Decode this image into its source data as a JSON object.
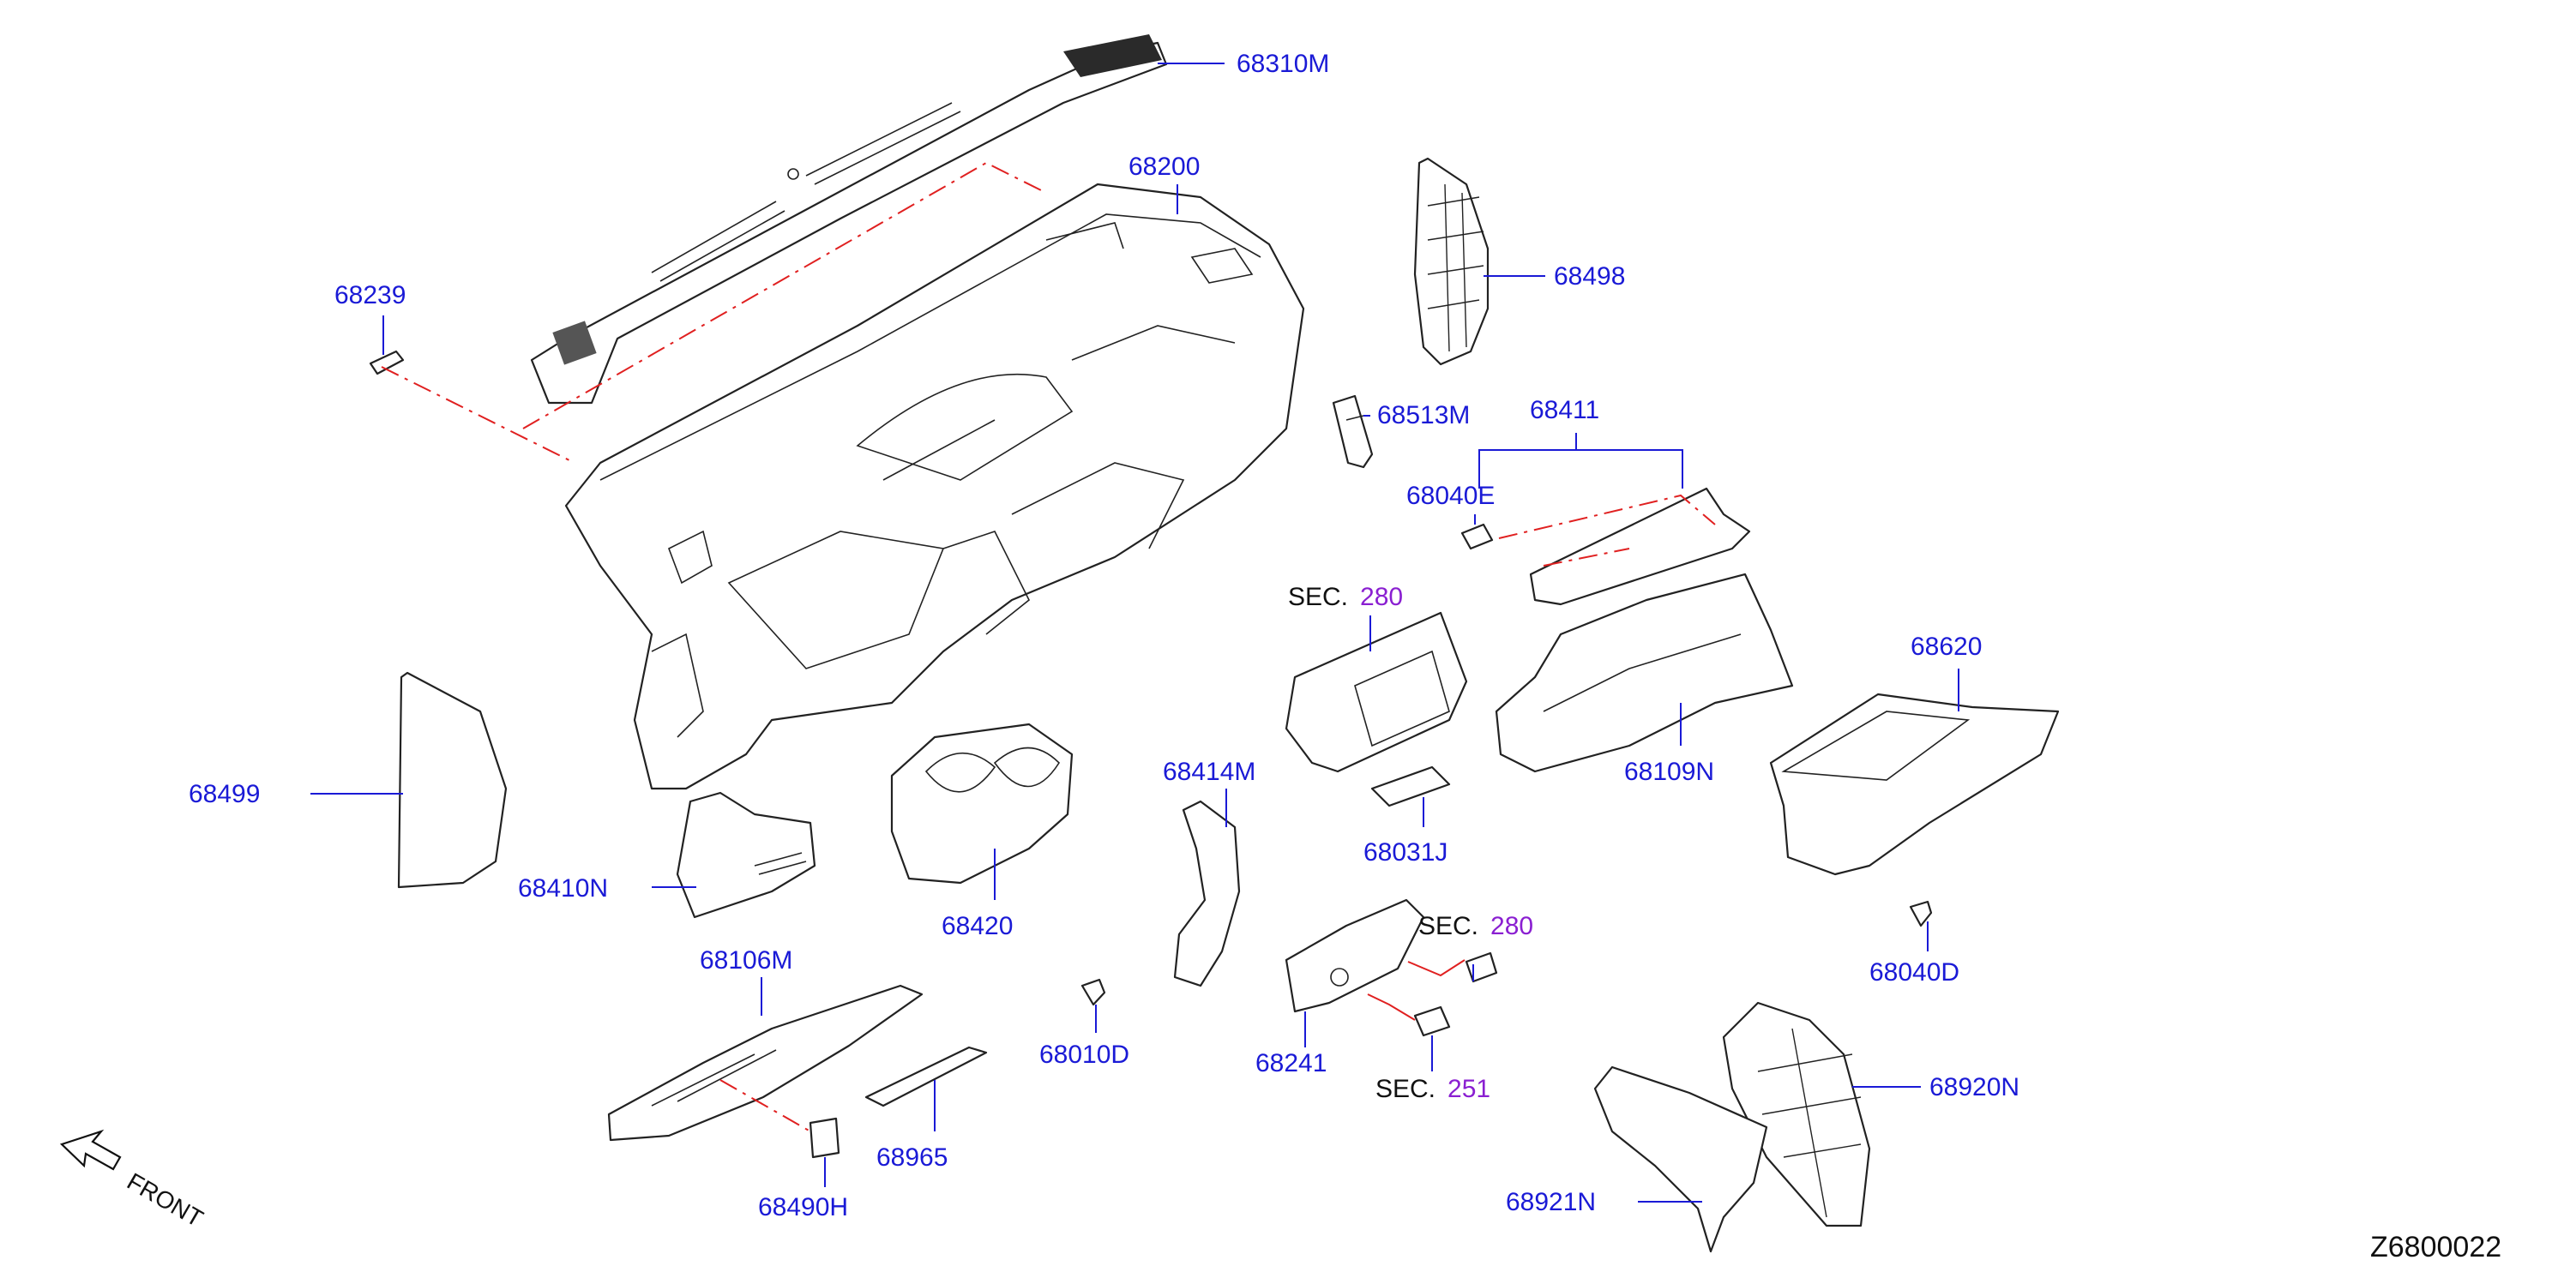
{
  "diagram_id": "Z6800022",
  "front_label": "FRONT",
  "sec_prefix": "SEC.",
  "sections": [
    "280",
    "280",
    "251"
  ],
  "parts": [
    "68310M",
    "68200",
    "68239",
    "68498",
    "68513M",
    "68411",
    "68040E",
    "68499",
    "68620",
    "68109N",
    "68414M",
    "68031J",
    "68410N",
    "68420",
    "68106M",
    "68010D",
    "68241",
    "68040D",
    "68920N",
    "68965",
    "68490H",
    "68921N"
  ],
  "colors": {
    "part_label": "#1a1ad6",
    "section_number": "#8a1fd1",
    "assembly_line": "#e02020",
    "outline": "#222222"
  }
}
